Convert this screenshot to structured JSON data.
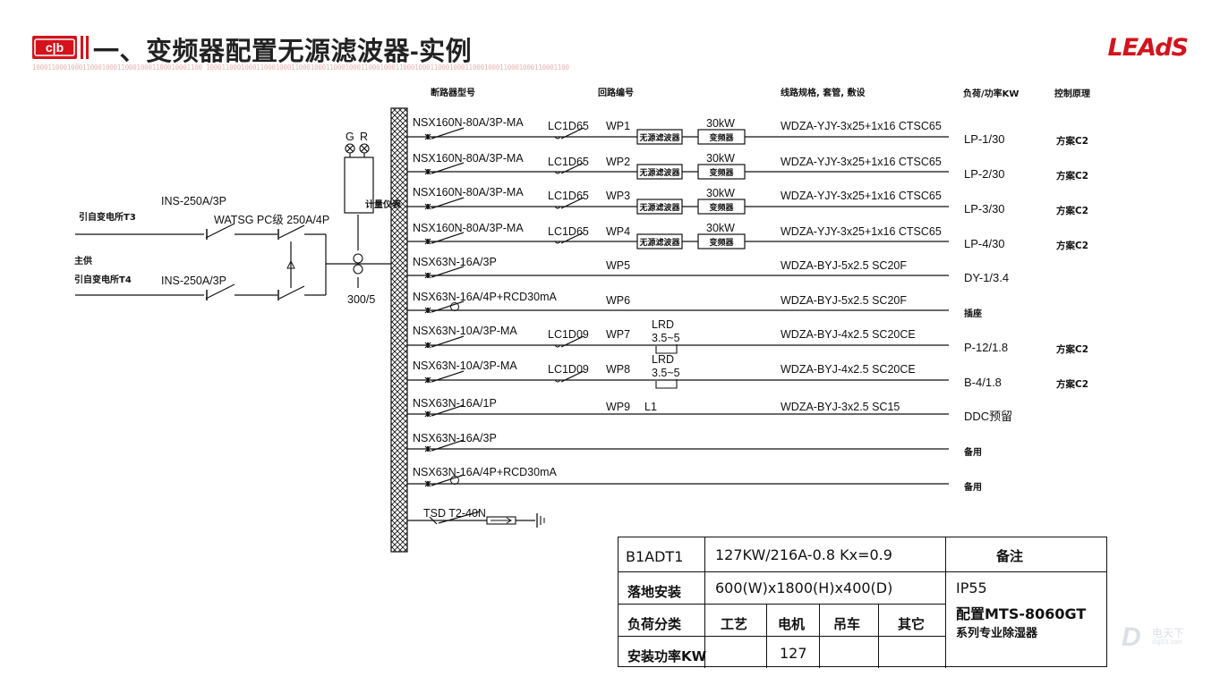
{
  "header": {
    "title": "一、变频器配置无源滤波器-实例",
    "binary": "10001100010001100010001100010001100010001100 1000110001000110001000110001000110001000110001000110001000110001000110001000110001000110001100",
    "brand": "LEAdS",
    "logo_text": "c|b"
  },
  "columns": {
    "breaker_model": "断路器型号",
    "circuit_no": "回路编号",
    "cable_spec": "线路规格, 套管, 敷设",
    "load_power": "负荷/功率KW",
    "control": "控制原理"
  },
  "incoming": {
    "source_t3": "引自变电所T3",
    "source_t4": "引自变电所T4",
    "main_supply": "主供",
    "ins_top": "INS-250A/3P",
    "ins_bottom": "INS-250A/3P",
    "ats": "WATSG PC级 250A/4P",
    "ct": "300/5",
    "meter": "计量仪表",
    "lamp_g": "G",
    "lamp_r": "R"
  },
  "circuits": [
    {
      "breaker": "NSX160N-80A/3P-MA",
      "contactor": "LC1D65",
      "wp": "WP1",
      "filter": "无源滤波器",
      "vfd": "变频器",
      "kw": "30kW",
      "cable": "WDZA-YJY-3x25+1x16 CTSC65",
      "load": "LP-1/30",
      "ctrl": "方案C2"
    },
    {
      "breaker": "NSX160N-80A/3P-MA",
      "contactor": "LC1D65",
      "wp": "WP2",
      "filter": "无源滤波器",
      "vfd": "变频器",
      "kw": "30kW",
      "cable": "WDZA-YJY-3x25+1x16 CTSC65",
      "load": "LP-2/30",
      "ctrl": "方案C2"
    },
    {
      "breaker": "NSX160N-80A/3P-MA",
      "contactor": "LC1D65",
      "wp": "WP3",
      "filter": "无源滤波器",
      "vfd": "变频器",
      "kw": "30kW",
      "cable": "WDZA-YJY-3x25+1x16 CTSC65",
      "load": "LP-3/30",
      "ctrl": "方案C2"
    },
    {
      "breaker": "NSX160N-80A/3P-MA",
      "contactor": "LC1D65",
      "wp": "WP4",
      "filter": "无源滤波器",
      "vfd": "变频器",
      "kw": "30kW",
      "cable": "WDZA-YJY-3x25+1x16 CTSC65",
      "load": "LP-4/30",
      "ctrl": "方案C2"
    },
    {
      "breaker": "NSX63N-16A/3P",
      "contactor": "",
      "wp": "WP5",
      "filter": "",
      "vfd": "",
      "kw": "",
      "cable": "WDZA-BYJ-5x2.5 SC20F",
      "load": "DY-1/3.4",
      "ctrl": ""
    },
    {
      "breaker": "NSX63N-16A/4P+RCD30mA",
      "contactor": "",
      "wp": "WP6",
      "filter": "",
      "vfd": "",
      "kw": "",
      "cable": "WDZA-BYJ-5x2.5 SC20F",
      "load": "插座",
      "ctrl": ""
    },
    {
      "breaker": "NSX63N-10A/3P-MA",
      "contactor": "LC1D09",
      "wp": "WP7",
      "lrd": "LRD",
      "lrd_range": "3.5~5",
      "filter": "",
      "vfd": "",
      "kw": "",
      "cable": "WDZA-BYJ-4x2.5 SC20CE",
      "load": "P-12/1.8",
      "ctrl": "方案C2"
    },
    {
      "breaker": "NSX63N-10A/3P-MA",
      "contactor": "LC1D09",
      "wp": "WP8",
      "lrd": "LRD",
      "lrd_range": "3.5~5",
      "filter": "",
      "vfd": "",
      "kw": "",
      "cable": "WDZA-BYJ-4x2.5 SC20CE",
      "load": "B-4/1.8",
      "ctrl": "方案C2"
    },
    {
      "breaker": "NSX63N-16A/1P",
      "contactor": "",
      "wp": "WP9",
      "mark": "L1",
      "filter": "",
      "vfd": "",
      "kw": "",
      "cable": "WDZA-BYJ-3x2.5 SC15",
      "load": "DDC预留",
      "ctrl": ""
    },
    {
      "breaker": "NSX63N-16A/3P",
      "contactor": "",
      "wp": "",
      "filter": "",
      "vfd": "",
      "kw": "",
      "cable": "",
      "load": "备用",
      "ctrl": ""
    },
    {
      "breaker": "NSX63N-16A/4P+RCD30mA",
      "contactor": "",
      "wp": "",
      "filter": "",
      "vfd": "",
      "kw": "",
      "cable": "",
      "load": "备用",
      "ctrl": ""
    }
  ],
  "surge": "TSD T2-40N",
  "info_table": {
    "panel": "B1ADT1",
    "summary": "127KW/216A-0.8   Kx=0.9",
    "remark_head": "备注",
    "install_label": "落地安装",
    "size": "600(W)x1800(H)x400(D)",
    "ip": "IP55",
    "config_line1": "配置MTS-8060GT",
    "config_line2": "系列专业除湿器",
    "load_class": "负荷分类",
    "cat_process": "工艺",
    "cat_motor": "电机",
    "cat_crane": "吊车",
    "cat_other": "其它",
    "installed_power": "安装功率KW",
    "motor_value": "127"
  },
  "watermark": {
    "letter": "D",
    "cn": "电天下",
    "url": "dqjl23.com"
  }
}
